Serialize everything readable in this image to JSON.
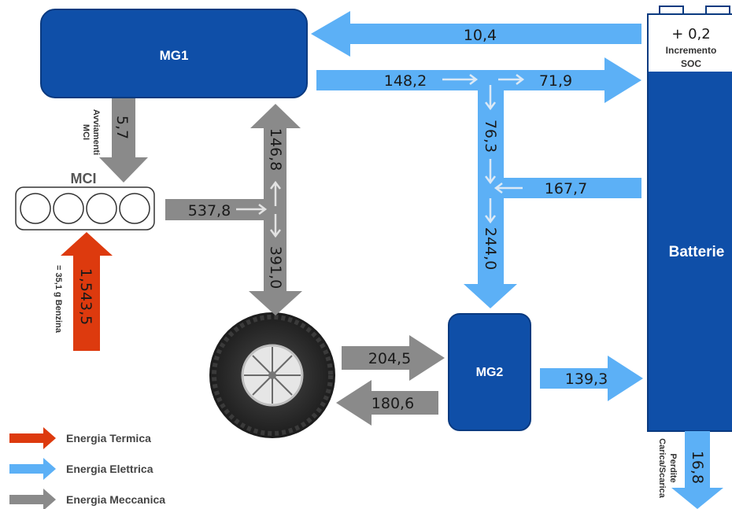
{
  "colors": {
    "thermal": "#dd3a0e",
    "electric": "#5cb0f6",
    "mechanical": "#8a8a8a",
    "block": "#0f4fa8",
    "block_dark": "#0a3a80"
  },
  "blocks": {
    "mg1": "MG1",
    "mg2": "MG2",
    "mci": "MCI",
    "battery": "Batterie",
    "soc_value": "+ 0,2",
    "soc_label_1": "Incremento",
    "soc_label_2": "SOC"
  },
  "flows": {
    "batt_to_mg1": "10,4",
    "mg1_out": "148,2",
    "to_batt_top": "71,9",
    "mg1_to_mci": "5,7",
    "mg1_to_mci_label_1": "Avviamenti",
    "mg1_to_mci_label_2": "MCI",
    "split_down": "76,3",
    "batt_to_split": "167,7",
    "to_mg2": "244,0",
    "mci_out": "537,8",
    "to_mg1_mech": "146,8",
    "to_wheel": "391,0",
    "fuel": "1,543,5",
    "fuel_label": "= 35,1 g Benzina",
    "wheel_to_mg2": "204,5",
    "mg2_to_wheel": "180,6",
    "mg2_to_batt": "139,3",
    "losses": "16,8",
    "losses_label_1": "Perdite",
    "losses_label_2": "Carica/Scarica"
  },
  "legend": [
    {
      "label": "Energia Termica",
      "color": "#dd3a0e"
    },
    {
      "label": "Energia Elettrica",
      "color": "#5cb0f6"
    },
    {
      "label": "Energia Meccanica",
      "color": "#8a8a8a"
    }
  ]
}
